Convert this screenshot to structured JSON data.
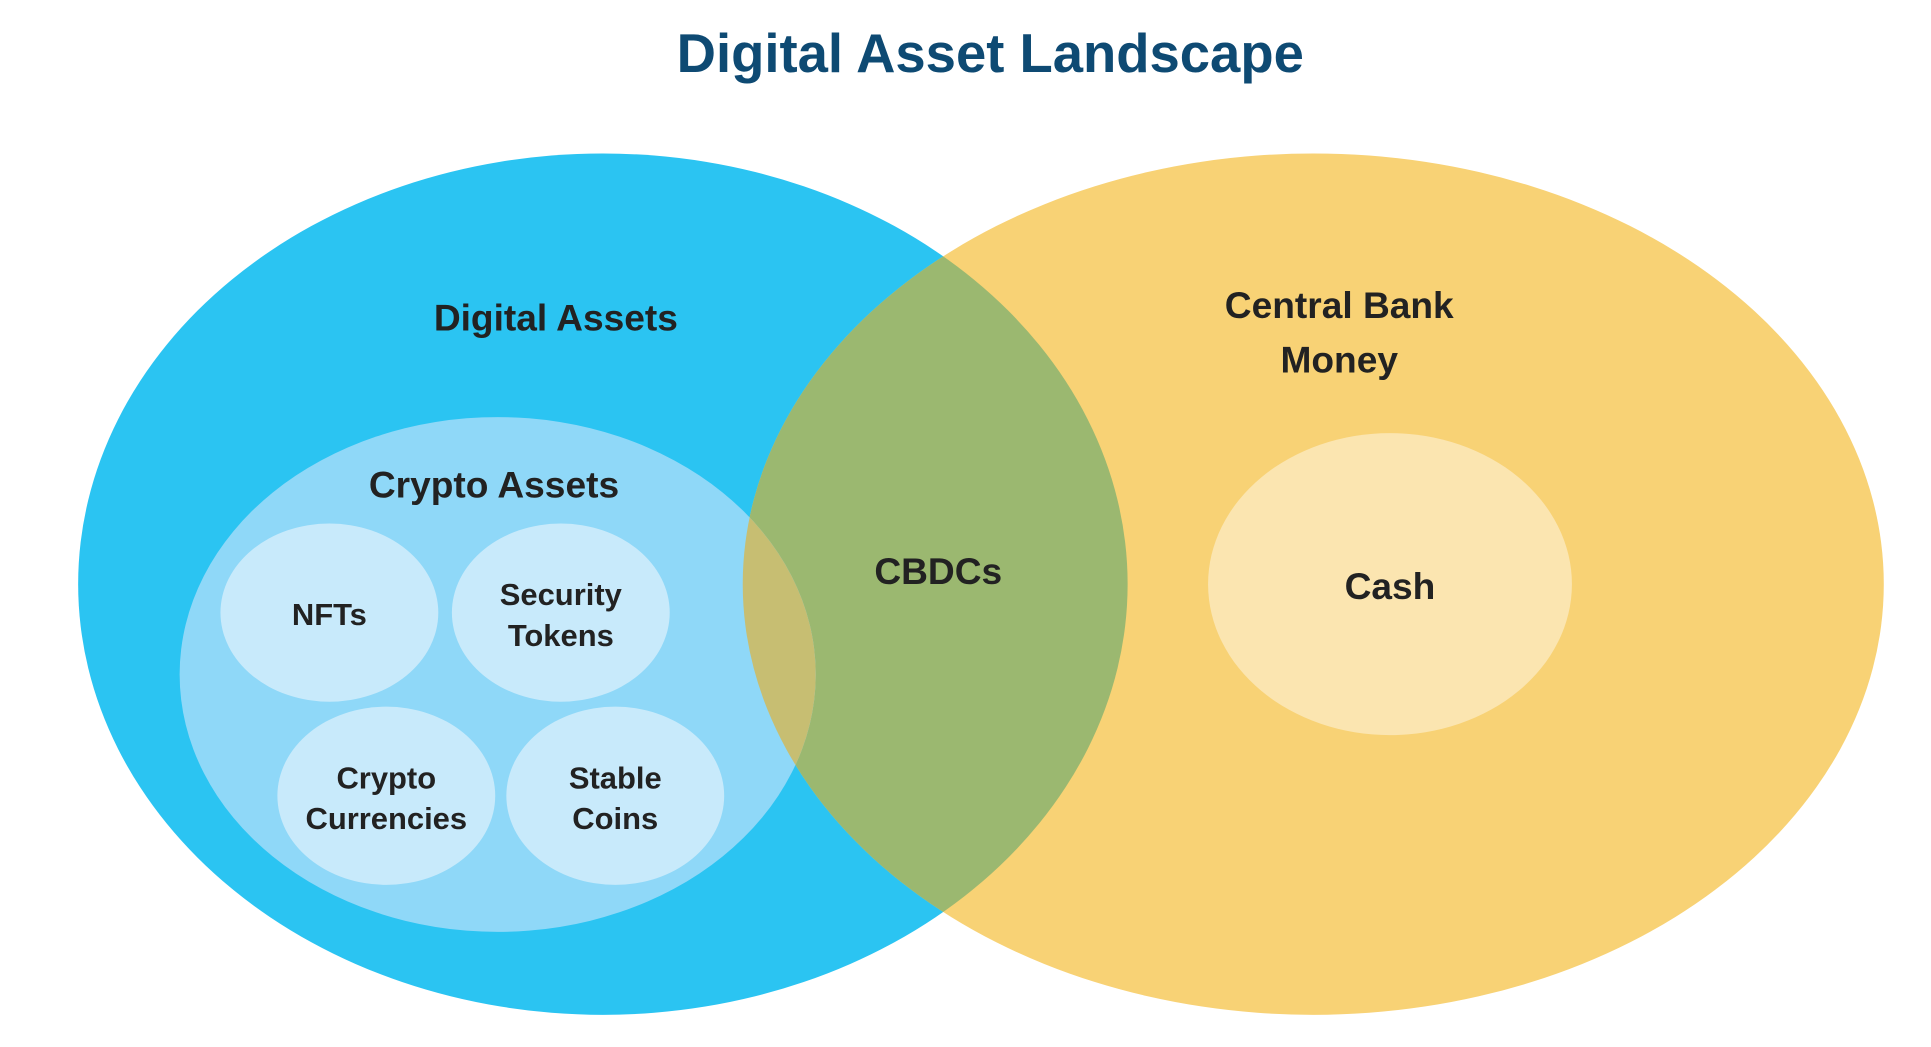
{
  "title": "Digital Asset Landscape",
  "colors": {
    "title": "#0e4a73",
    "digital_assets": "#2bc4f2",
    "central_bank_money": "#f8d275",
    "overlap": "#9bb870",
    "crypto_assets": "#8fd8f8",
    "crypto_overlap": "#c7be72",
    "crypto_items": "#c8eafb",
    "cash": "#fbe5b0"
  },
  "sets": {
    "digital_assets": "Digital Assets",
    "central_bank_money": [
      "Central Bank",
      "Money"
    ],
    "crypto_assets": "Crypto Assets",
    "intersection": "CBDCs",
    "cash": "Cash",
    "crypto_items": [
      [
        "NFTs"
      ],
      [
        "Security",
        "Tokens"
      ],
      [
        "Crypto",
        "Currencies"
      ],
      [
        "Stable",
        "Coins"
      ]
    ]
  }
}
